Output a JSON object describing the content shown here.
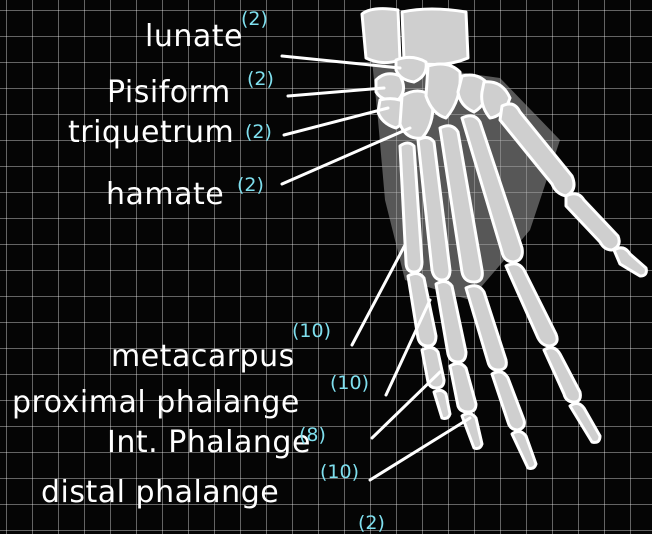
{
  "labels": [
    {
      "name": "lunate",
      "count": "(2)"
    },
    {
      "name": "Pisiform",
      "count": "(2)"
    },
    {
      "name": "triquetrum",
      "count": "(2)"
    },
    {
      "name": "hamate",
      "count": "(2)"
    },
    {
      "name": "metacarpus",
      "count": "(10)"
    },
    {
      "name": "proximal phalange",
      "count": "(10)"
    },
    {
      "name": "Int. Phalange",
      "count": "(8)"
    },
    {
      "name": "distal phalange",
      "count": "(10)"
    }
  ],
  "trailing_count": "(2)",
  "colors": {
    "label": "#ffffff",
    "count": "#7fdfee",
    "bone": "#d9d9d9",
    "background": "#050505",
    "grid": "#ffffff"
  }
}
